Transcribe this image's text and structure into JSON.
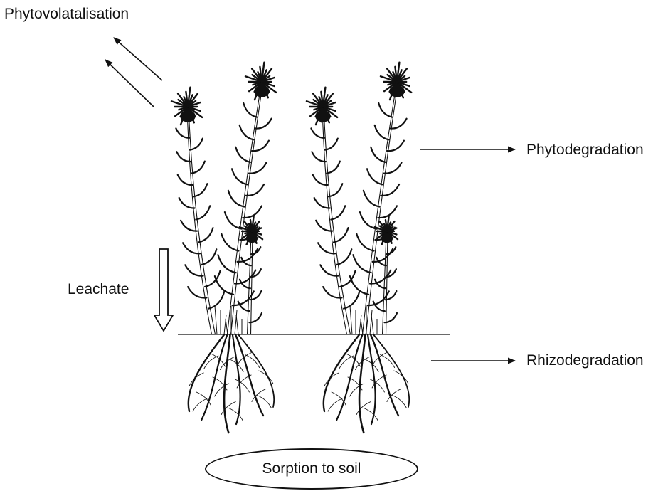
{
  "labels": {
    "phytovolatalisation": "Phytovolatalisation",
    "phytodegradation": "Phytodegradation",
    "leachate": "Leachate",
    "rhizodegradation": "Rhizodegradation",
    "sorption": "Sorption to soil"
  },
  "colors": {
    "ink": "#111111",
    "background": "#ffffff"
  }
}
